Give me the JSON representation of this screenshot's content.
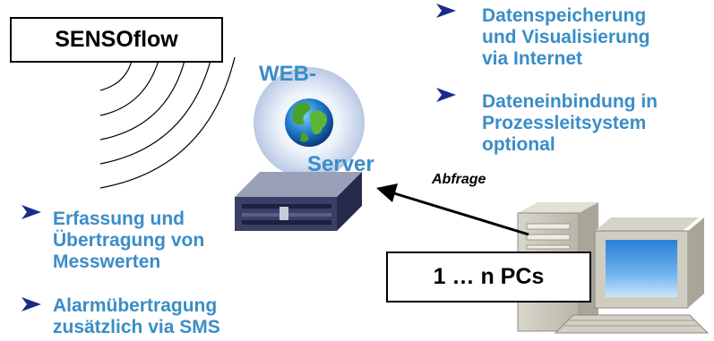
{
  "system": {
    "name": "SENSOflow"
  },
  "server": {
    "line1": "WEB-",
    "line2": "Server"
  },
  "pcs": {
    "label": "1 … n PCs"
  },
  "arrow": {
    "label": "Abfrage"
  },
  "right_features": [
    [
      "Datenspeicherung",
      "und Visualisierung",
      "via Internet"
    ],
    [
      "Dateneinbindung in",
      "Prozessleitsystem",
      "optional"
    ]
  ],
  "left_features": [
    [
      "Erfassung und",
      "Übertragung von",
      "Messwerten"
    ],
    [
      "Alarmübertragung",
      "zusätzlich via SMS"
    ]
  ],
  "colors": {
    "accent": "#3a8dc7",
    "text": "#000000"
  },
  "icons": {
    "bullet": "arrow-bullet-icon",
    "globe": "globe-icon",
    "server": "server-rack-icon",
    "pc": "desktop-pc-icon"
  }
}
